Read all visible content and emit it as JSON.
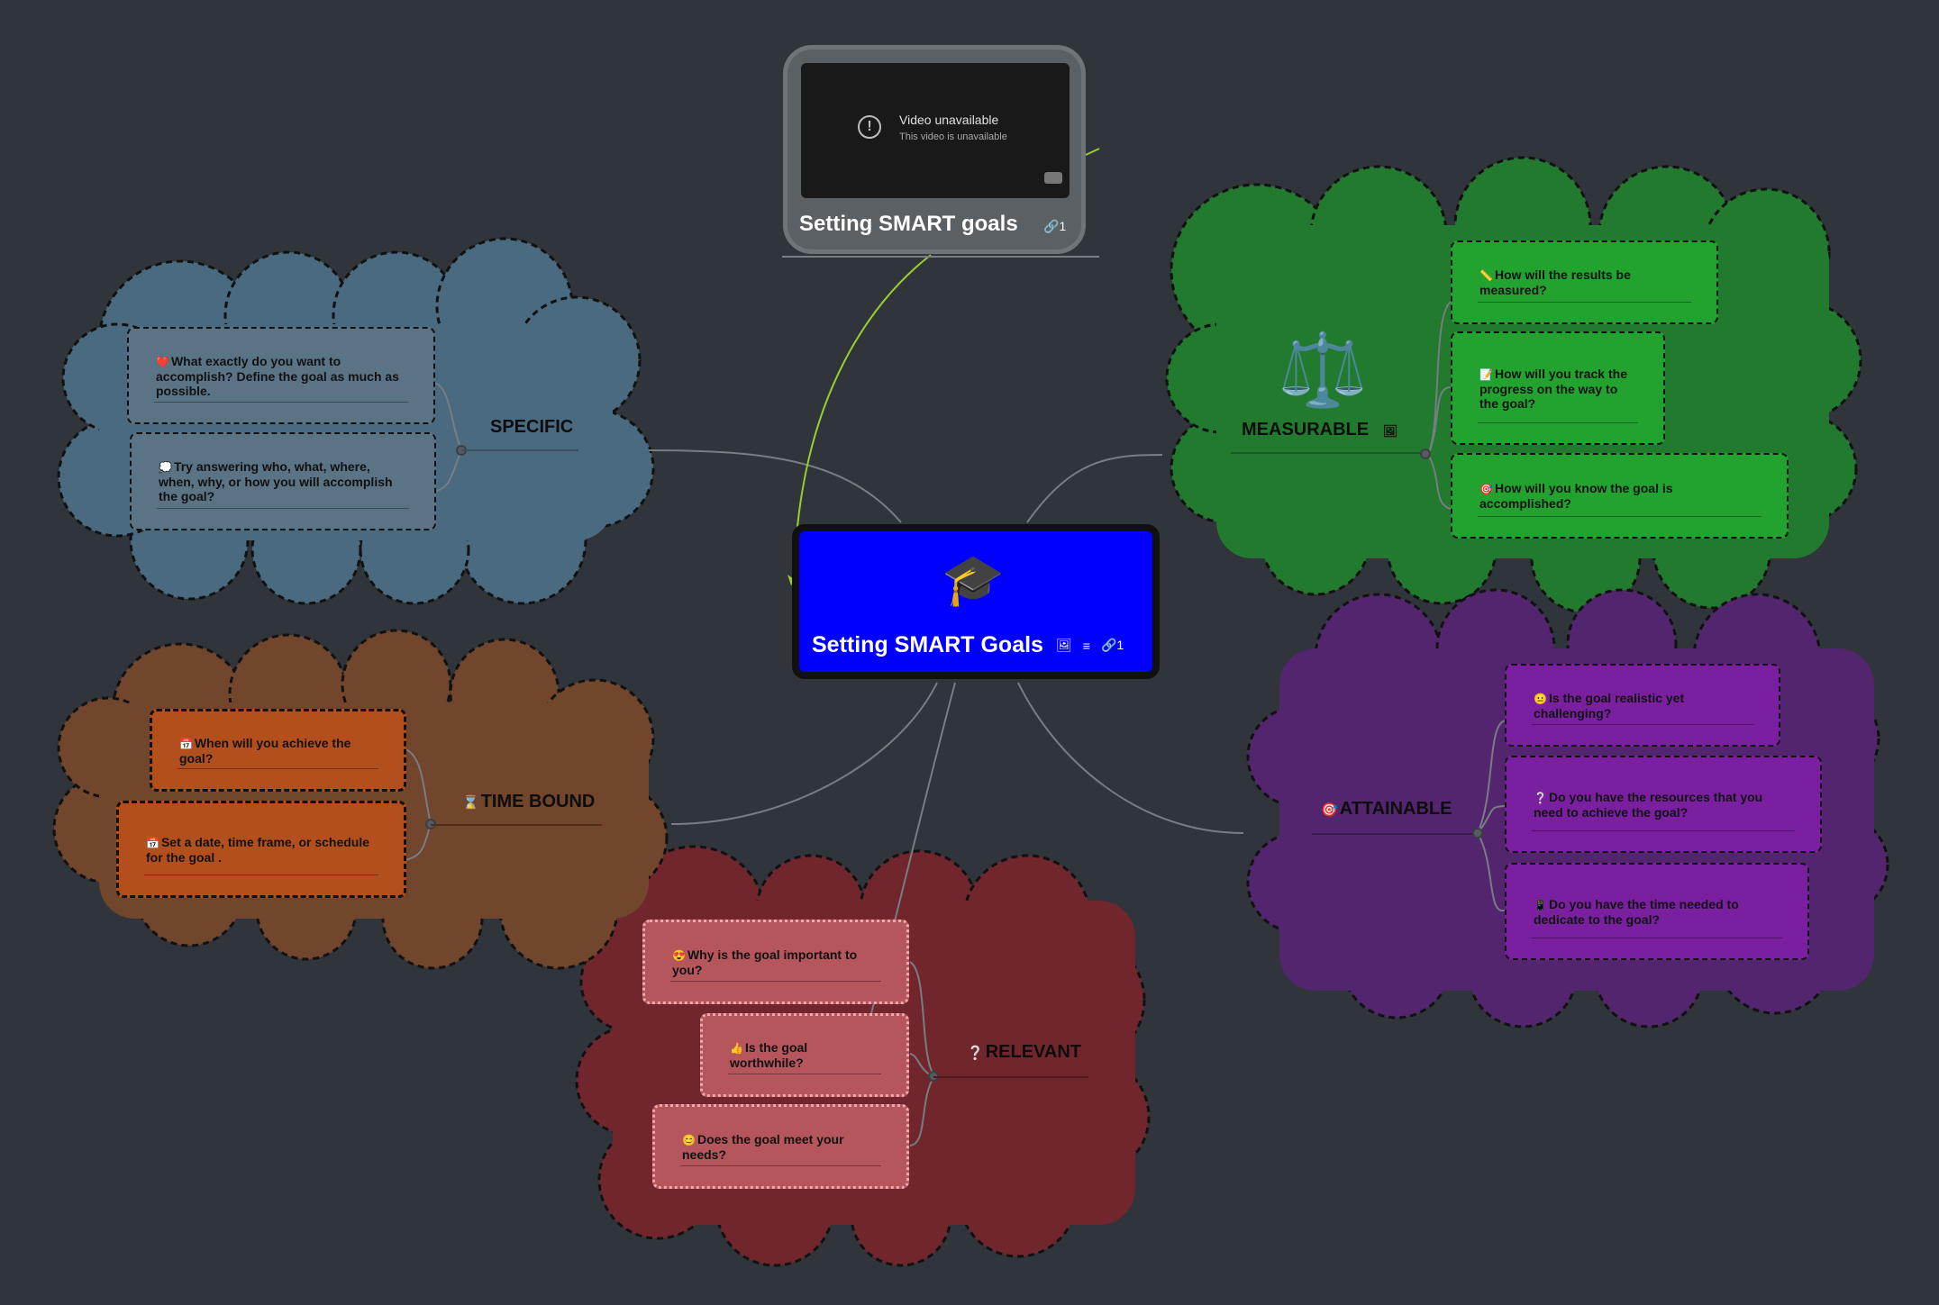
{
  "central": {
    "title": "Setting SMART Goals",
    "icon": "graduation-cap-icon",
    "image_icon": "image-icon",
    "notes_icon": "notes-icon",
    "link_count": "1",
    "color": "#0000ff"
  },
  "video": {
    "title": "Setting SMART goals",
    "link_count": "1",
    "status_title": "Video unavailable",
    "status_sub": "This video is unavailable"
  },
  "branches": {
    "specific": {
      "label": "SPECIFIC",
      "color": "#4a6a80",
      "items": [
        "What exactly do you want to accomplish? Define the goal as much as possible.",
        "Try answering who, what, where, when, why, or how you will accomplish the goal?"
      ],
      "item_icons": [
        "heart-icon",
        "speech-bubble-icon"
      ]
    },
    "measurable": {
      "label": "MEASURABLE",
      "color": "#217a2e",
      "image_icon": "balance-scale-icon",
      "items": [
        "How will the results be measured?",
        "How will you track the progress on the way to the goal?",
        "How will you know the goal is accomplished?"
      ],
      "item_icons": [
        "ruler-icon",
        "memo-icon",
        "target-icon"
      ]
    },
    "attainable": {
      "label": "ATTAINABLE",
      "label_icon": "target-icon",
      "color": "#53256e",
      "items": [
        "Is the goal realistic yet challenging?",
        "Do you have the resources that you need to achieve the goal?",
        "Do you have the time needed to dedicate to the goal?"
      ],
      "item_icons": [
        "thinking-face-icon",
        "question-icon",
        "phone-icon"
      ]
    },
    "relevant": {
      "label": "RELEVANT",
      "label_icon": "question-icon",
      "color": "#71262e",
      "items": [
        "Why is the goal important to you?",
        "Is the goal worthwhile?",
        "Does the goal meet your needs?"
      ],
      "item_icons": [
        "heart-eyes-icon",
        "thumbs-up-icon",
        "smile-icon"
      ]
    },
    "time_bound": {
      "label": "TIME BOUND",
      "label_icon": "hourglass-icon",
      "color": "#71462c",
      "items": [
        "When will you achieve the goal?",
        "Set a date, time frame, or schedule for the goal ."
      ],
      "item_icons": [
        "calendar-icon",
        "calendar-icon"
      ]
    }
  }
}
